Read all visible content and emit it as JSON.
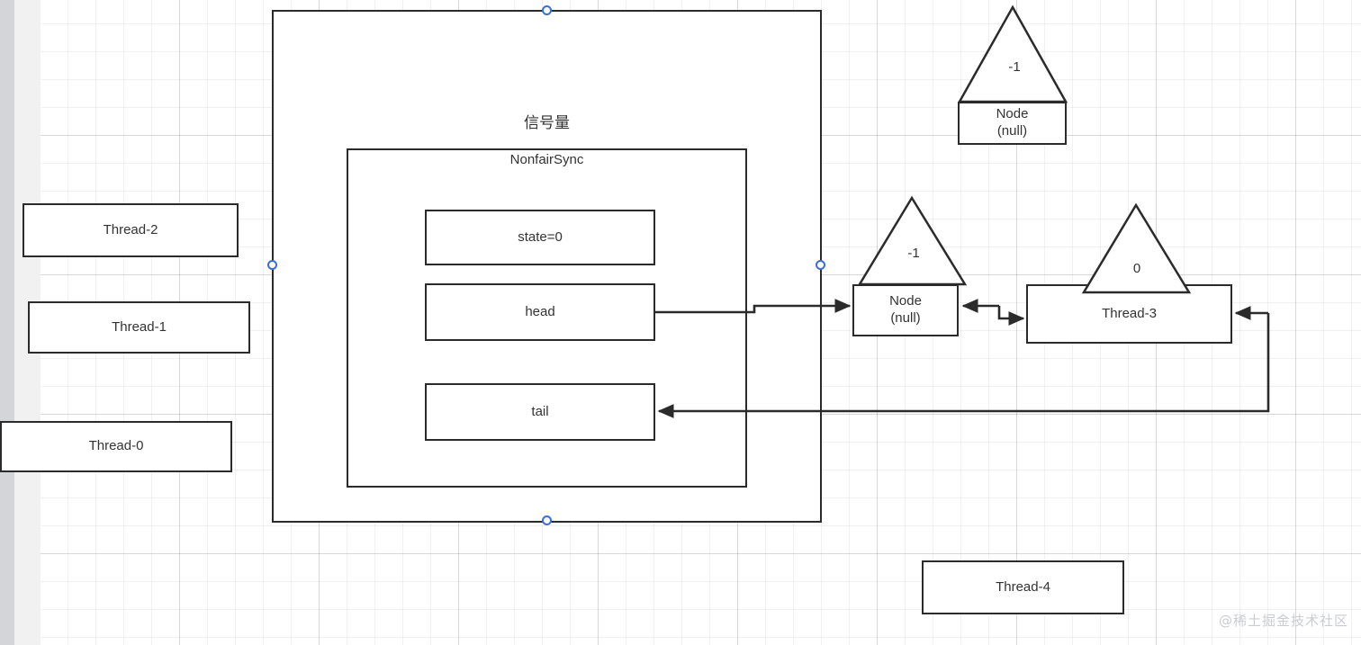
{
  "canvas": {
    "watermark": "@稀土掘金技术社区",
    "background": "#ffffff",
    "grid_color": "#eceded",
    "stroke_color": "#2b2b2b",
    "handle_color": "#3a6fd8"
  },
  "outer_container": {
    "title": "信号量",
    "selected": true
  },
  "inner_container": {
    "title": "NonfairSync"
  },
  "fields": [
    {
      "label": "state=0"
    },
    {
      "label": "head"
    },
    {
      "label": "tail"
    }
  ],
  "threads": [
    {
      "label": "Thread-2"
    },
    {
      "label": "Thread-1"
    },
    {
      "label": "Thread-0"
    },
    {
      "label": "Thread-4"
    }
  ],
  "nodes": [
    {
      "id": "node-detached",
      "waitStatus": "-1",
      "label": "Node\n(null)"
    },
    {
      "id": "node-head",
      "waitStatus": "-1",
      "label": "Node\n(null)"
    },
    {
      "id": "node-thread3",
      "waitStatus": "0",
      "label": "Thread-3"
    }
  ],
  "connectors": [
    {
      "name": "head-to-node",
      "from": "head",
      "to": "node-head",
      "arrow": "single"
    },
    {
      "name": "node-thread3-link",
      "from": "node-head",
      "to": "node-thread3",
      "arrow": "double"
    },
    {
      "name": "thread3-to-tail",
      "from": "node-thread3",
      "to": "tail",
      "arrow": "single"
    }
  ],
  "handles": [
    {
      "name": "handle-top"
    },
    {
      "name": "handle-left"
    },
    {
      "name": "handle-right"
    },
    {
      "name": "handle-bottom"
    }
  ]
}
